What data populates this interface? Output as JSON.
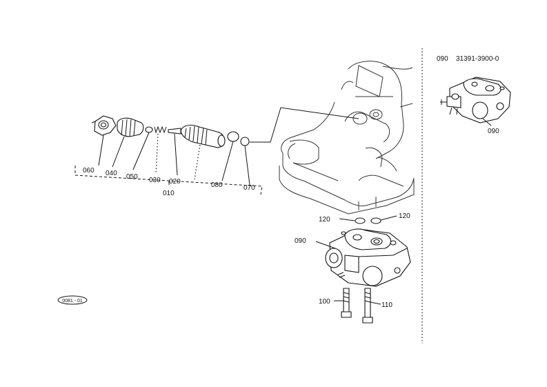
{
  "labels": {
    "p010": "010",
    "p020": "020",
    "p030": "030",
    "p040": "040",
    "p050": "050",
    "p060": "060",
    "p070": "070",
    "p080": "080",
    "p090_main": "090",
    "p090_inset": "090",
    "p100": "100",
    "p110": "110",
    "p120_left": "120",
    "p120_right": "120"
  },
  "inset": {
    "ref": "090",
    "part_number": "31391-3900-0"
  },
  "footer": {
    "stamp": "0081 - 01"
  }
}
